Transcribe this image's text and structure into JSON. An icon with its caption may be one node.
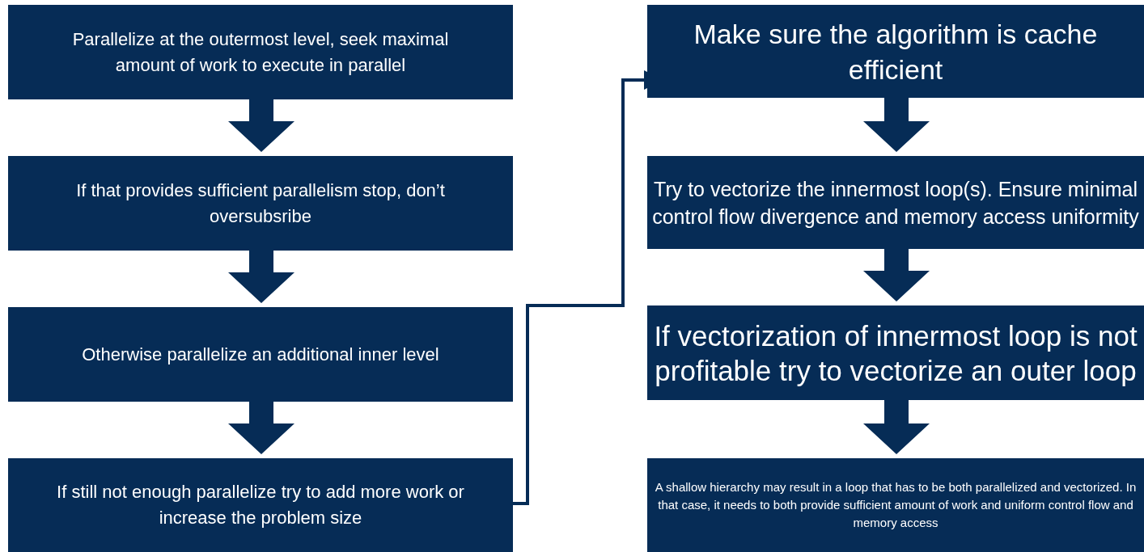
{
  "diagram": {
    "nodes": [
      {
        "text": [
          "Parallelize at the outermost level, seek maximal amount of work to execute in parallel"
        ]
      },
      {
        "text": [
          "If that provides sufficient parallelism stop, don’t oversubsribe"
        ]
      },
      {
        "text": [
          "Otherwise parallelize an additional inner level"
        ]
      },
      {
        "text": [
          "If still not enough parallelize try to add more work or increase the problem size"
        ]
      },
      {
        "text": [
          "Make sure the algorithm is cache efficient"
        ]
      },
      {
        "text": [
          "Try to vectorize the innermost loop(s). Ensure minimal control flow divergence and memory access uniformity"
        ]
      },
      {
        "text": [
          "If vectorization of innermost loop is not profitable try to vectorize an outer loop"
        ]
      },
      {
        "text": [
          "A shallow hierarchy may result in a loop that has to be both parallelized and vectorized. In that case, it needs to both provide sufficient amount of work and uniform control flow and memory access"
        ]
      }
    ],
    "edges": [
      {
        "from": 0,
        "to": 1,
        "arrow": "to",
        "style": "thick"
      },
      {
        "from": 1,
        "to": 2,
        "arrow": "to",
        "style": "thick"
      },
      {
        "from": 2,
        "to": 3,
        "arrow": "to",
        "style": "thick"
      },
      {
        "from": 3,
        "to": 4,
        "arrow": "to"
      },
      {
        "from": 4,
        "to": 5,
        "arrow": "to",
        "style": "thick"
      },
      {
        "from": 5,
        "to": 6,
        "arrow": "to",
        "style": "thick"
      },
      {
        "from": 6,
        "to": 7,
        "arrow": "to",
        "style": "thick"
      }
    ]
  }
}
